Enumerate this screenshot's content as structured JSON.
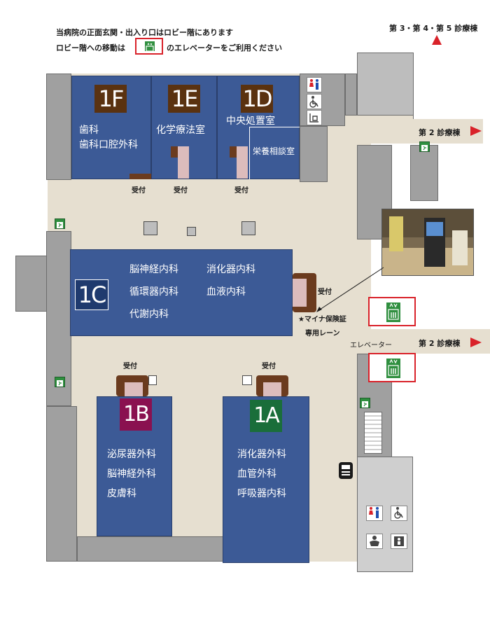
{
  "header": {
    "line1": "当病院の正面玄関・出入り口はロビー階にあります",
    "line2_pre": "ロビー階への移動は",
    "line2_post": "のエレベーターをご利用ください"
  },
  "directions": {
    "bldg_345": "第 3・第 4・第 5 診療棟",
    "bldg_2_top": "第 2 診療棟",
    "bldg_2_bottom": "第 2 診療棟"
  },
  "departments": {
    "f1": {
      "badge": "1F",
      "color": "#5a3210",
      "lines": [
        "歯科",
        "歯科口腔外科"
      ]
    },
    "e1": {
      "badge": "1E",
      "color": "#5a3210",
      "lines": [
        "化学療法室"
      ]
    },
    "d1": {
      "badge": "1D",
      "color": "#5a3210",
      "lines": [
        "中央処置室"
      ],
      "sub": "栄養相談室"
    },
    "c1": {
      "badge": "1C",
      "color": "#1f3a6e",
      "col1": [
        "脳神経内科",
        "循環器内科",
        "代謝内科"
      ],
      "col2": [
        "消化器内科",
        "血液内科"
      ]
    },
    "b1": {
      "badge": "1B",
      "color": "#8a1150",
      "lines": [
        "泌尿器外科",
        "脳神経外科",
        "皮膚科"
      ]
    },
    "a1": {
      "badge": "1A",
      "color": "#1a6e3a",
      "lines": [
        "消化器外科",
        "血管外科",
        "呼吸器内科"
      ]
    }
  },
  "labels": {
    "reception": "受付",
    "my_number_1": "★マイナ保険証",
    "my_number_2": "専用レーン",
    "elevator": "エレベーター"
  },
  "icons": {
    "restroom": "restroom-icon",
    "wheelchair": "wheelchair-icon",
    "ostomate": "ostomate-icon",
    "elevator": "elevator-icon",
    "exit": "emergency-exit-icon",
    "vending": "vending-machine-icon",
    "baby": "baby-care-icon",
    "accessible_room": "multipurpose-room-icon"
  },
  "colors": {
    "dept_blue": "#3c5a96",
    "floor": "#e6dfd0",
    "accent_red": "#d9222a",
    "exit_green": "#2f8f3f"
  }
}
